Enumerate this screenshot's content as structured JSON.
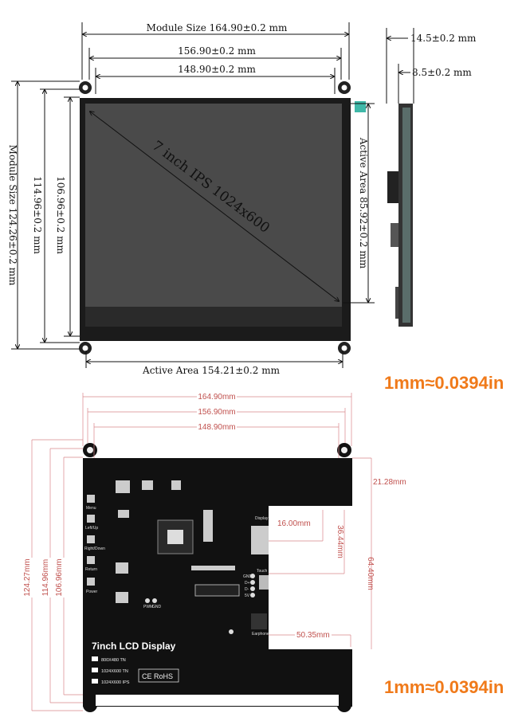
{
  "front": {
    "module_width": "Module Size 164.90±0.2 mm",
    "hole_width": "156.90±0.2 mm",
    "inner_width": "148.90±0.2 mm",
    "module_height": "Module Size 124.26±0.2 mm",
    "hole_height": "114.96±0.2 mm",
    "inner_height": "106.96±0.2 mm",
    "diagonal": "7 inch IPS 1024x600",
    "active_height": "Active Area 85.92±0.2 mm",
    "active_width": "Active Area 154.21±0.2 mm"
  },
  "side": {
    "total_thickness": "14.5±0.2 mm",
    "panel_thickness": "8.5±0.2 mm"
  },
  "conversion": "1mm≈0.0394in",
  "back": {
    "widths": [
      "164.90mm",
      "156.90mm",
      "148.90mm"
    ],
    "heights": [
      "124.27mm",
      "114.96mm",
      "106.96mm"
    ],
    "right_offset": "21.28mm",
    "display_offset": "16.00mm",
    "touch_offset": "36.44mm",
    "cutout_height": "64.40mm",
    "earphone_offset": "50.35mm",
    "title": "7inch LCD Display",
    "options": [
      "800X480 TN",
      "1024X600 TN",
      "1024X600 IPS"
    ],
    "buttons": [
      "Menu",
      "Left/Up",
      "Right/Down",
      "Return",
      "Power"
    ],
    "ports": {
      "display": "Display",
      "touch": "Touch",
      "earphone": "Earphone"
    },
    "pins": [
      "GND",
      "D+",
      "D-",
      "5V"
    ],
    "pads": [
      "PWM",
      "GND"
    ],
    "certs": "CE RoHS"
  },
  "colors": {
    "accent": "#f07a1a",
    "dimension_red": "#c0504d",
    "teal": "#3fb8a8"
  }
}
